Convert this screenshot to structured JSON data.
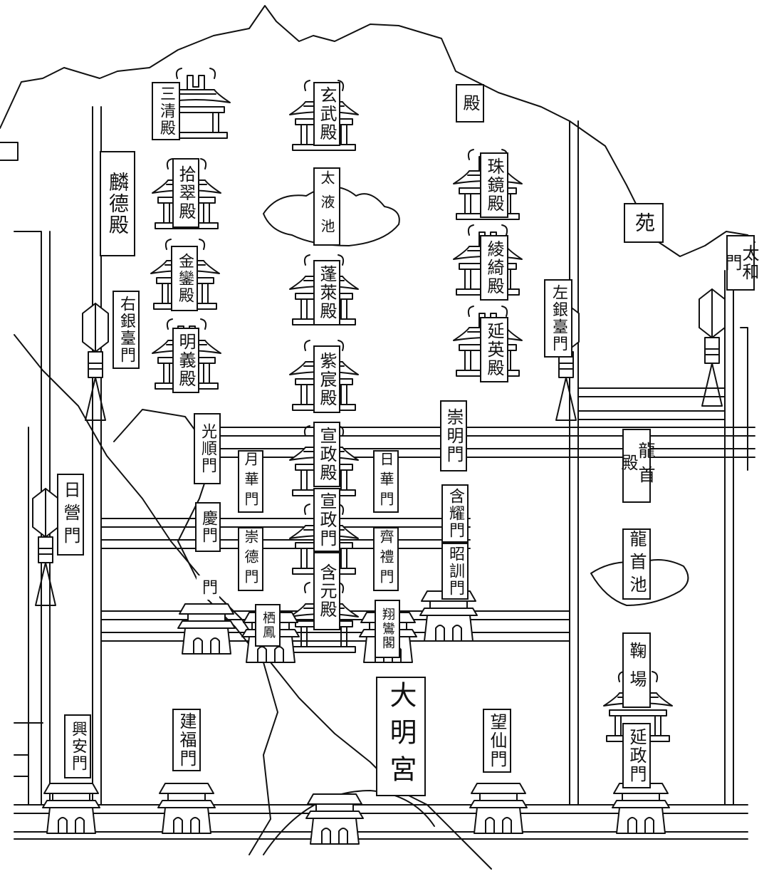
{
  "labels": {
    "sanqing": "三清殿",
    "dian_top": "殿",
    "xuanwu": "玄武殿",
    "linde": "麟德殿",
    "shicui": "拾翠殿",
    "taiye": "太液池",
    "zhujing": "珠鏡殿",
    "yuan": "苑",
    "jinluan": "金鑾殿",
    "penglai": "蓬萊殿",
    "lingqi": "綾綺殿",
    "taihe": "太和門",
    "youyintai": "右銀臺門",
    "zuoyintai": "左銀臺門",
    "mingyi": "明義殿",
    "yanying": "延英殿",
    "zichen": "紫宸殿",
    "chongming": "崇明門",
    "guangshun": "光順門",
    "xuanzheng_dian": "宣政殿",
    "yuehua": "月華門",
    "rihua": "日華門",
    "longshou_dian": "龍首殿",
    "riying": "日營門",
    "hanyao": "含耀門",
    "xuanzheng_men": "宣政門",
    "qinghua": "慶門",
    "chongde": "崇德門",
    "qili": "齊禮門",
    "zhaoxun": "昭訓門",
    "longshou_chi": "龍首池",
    "men_lone": "門",
    "hanyuan": "含元殿",
    "qifeng": "栖鳳",
    "xiangluan": "翔鸞閣",
    "juchang": "鞠場",
    "daming": "大明宮",
    "xingan": "興安門",
    "jianfu": "建福門",
    "wangxian": "望仙門",
    "yanzheng": "延政門"
  },
  "icons": [
    "palace-hall-icon",
    "gate-tower-icon",
    "pond-icon"
  ]
}
